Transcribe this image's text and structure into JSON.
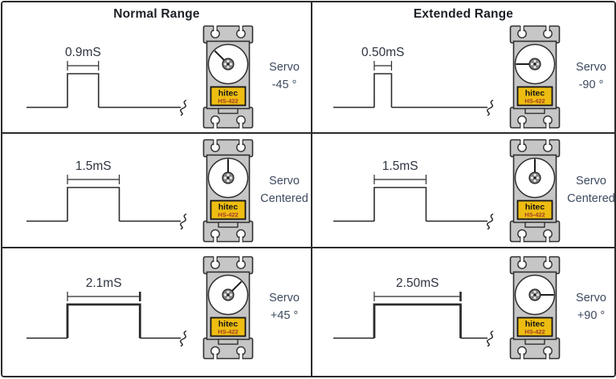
{
  "board": {
    "columns": [
      {
        "header": "Normal Range",
        "cells": [
          {
            "pulse_label": "0.9mS",
            "pulse_ms": 0.9,
            "pulse_bold": false,
            "servo_line1": "Servo",
            "servo_line2": "-45 °",
            "pointer_angle": -45
          },
          {
            "pulse_label": "1.5mS",
            "pulse_ms": 1.5,
            "pulse_bold": false,
            "servo_line1": "Servo",
            "servo_line2": "Centered",
            "pointer_angle": 0
          },
          {
            "pulse_label": "2.1mS",
            "pulse_ms": 2.1,
            "pulse_bold": true,
            "servo_line1": "Servo",
            "servo_line2": "+45 °",
            "pointer_angle": 45
          }
        ]
      },
      {
        "header": "Extended Range",
        "cells": [
          {
            "pulse_label": "0.50mS",
            "pulse_ms": 0.5,
            "pulse_bold": false,
            "servo_line1": "Servo",
            "servo_line2": "-90 °",
            "pointer_angle": -90
          },
          {
            "pulse_label": "1.5mS",
            "pulse_ms": 1.5,
            "pulse_bold": false,
            "servo_line1": "Servo",
            "servo_line2": "Centered",
            "pointer_angle": 0
          },
          {
            "pulse_label": "2.50mS",
            "pulse_ms": 2.5,
            "pulse_bold": true,
            "servo_line1": "Servo",
            "servo_line2": "+90 °",
            "pointer_angle": 90
          }
        ]
      }
    ],
    "servo_label": {
      "brand": "hitec",
      "model": "HS-422"
    },
    "colors": {
      "line": "#2b2b2b",
      "header_text": "#1c2026",
      "pulse_text": "#2e3440",
      "servo_text": "#3d4a5f",
      "servo_gray": "#c6c6c6",
      "servo_stroke": "#2f2f2f",
      "label_yellow": "#eebd12",
      "model_red": "#a03b28",
      "white": "#ffffff"
    }
  }
}
